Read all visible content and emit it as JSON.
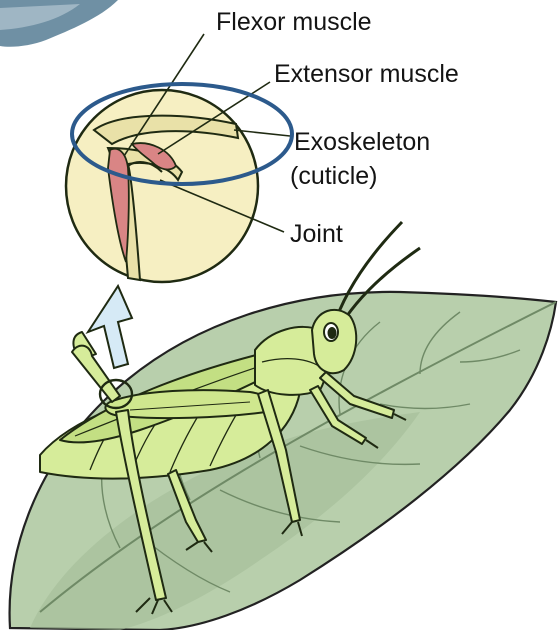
{
  "labels": {
    "flexor": "Flexor muscle",
    "extensor": "Extensor muscle",
    "exoskeleton_line1": "Exoskeleton",
    "exoskeleton_line2": "(cuticle)",
    "joint": "Joint"
  },
  "colors": {
    "leaf_fill": "#b8cfac",
    "leaf_vein": "#6f8a66",
    "insect_body": "#d6ec9a",
    "insect_outline": "#1f2a12",
    "magnifier_fill": "#f6efc2",
    "muscle": "#d98585",
    "highlight_oval": "#2c5a8c",
    "arrow": "#d6eaf6",
    "corner_swoosh": "#6f90a4"
  }
}
